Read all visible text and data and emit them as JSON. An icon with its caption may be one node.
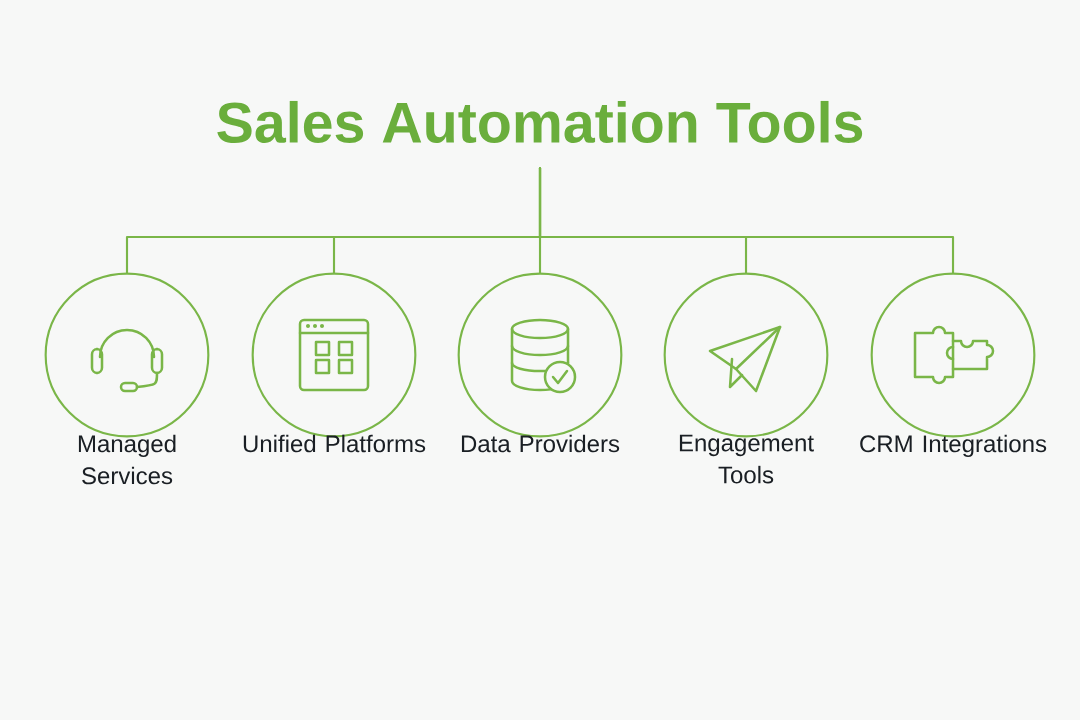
{
  "diagram": {
    "nodes": [
      {
        "text": [
          "Sales Automation Tools"
        ]
      },
      {
        "text": [
          "Managed Services"
        ]
      },
      {
        "text": [
          "Unified Platforms"
        ]
      },
      {
        "text": [
          "Data Providers"
        ]
      },
      {
        "text": [
          "Engagement Tools"
        ]
      },
      {
        "text": [
          "CRM Integrations"
        ]
      }
    ],
    "edges": [
      {
        "from": 0,
        "to": 1,
        "arrow": "none"
      },
      {
        "from": 0,
        "to": 2,
        "arrow": "none"
      },
      {
        "from": 0,
        "to": 3,
        "arrow": "none"
      },
      {
        "from": 0,
        "to": 4,
        "arrow": "none"
      },
      {
        "from": 0,
        "to": 5,
        "arrow": "none"
      }
    ]
  }
}
